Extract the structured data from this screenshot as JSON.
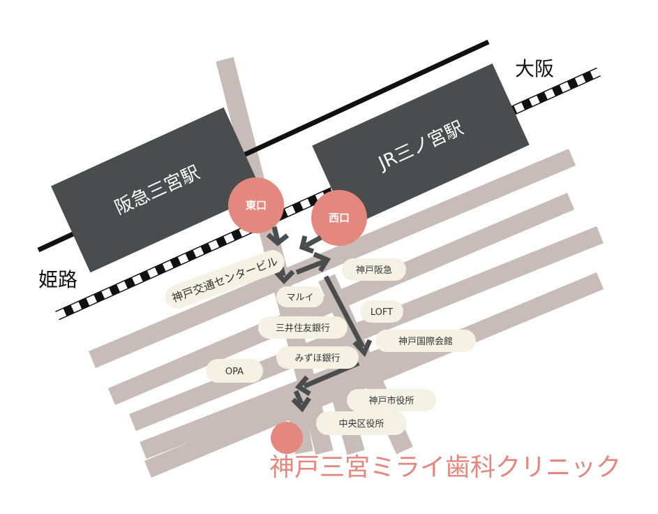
{
  "directions": {
    "west": "姫路",
    "east": "大阪"
  },
  "stations": {
    "hankyu": "阪急三宮駅",
    "jr": "JR三ノ宮駅"
  },
  "exits": {
    "east": "東口",
    "west": "西口"
  },
  "landmarks": {
    "kotsu_center": "神戸交通センタービル",
    "marui": "マルイ",
    "kobe_hankyu": "神戸阪急",
    "loft": "LOFT",
    "smbc": "三井住友銀行",
    "kokusai_kaikan": "神戸国際会館",
    "mizuho": "みずほ銀行",
    "opa": "OPA",
    "city_hall": "神戸市役所",
    "chuo_ward_office": "中央区役所"
  },
  "destination": {
    "name": "神戸三宮ミライ歯科クリニック"
  },
  "colors": {
    "accent": "#e4877f",
    "station": "#4a4d4d",
    "road": "#c7bcb8",
    "label_bg": "#f5f1e4"
  }
}
